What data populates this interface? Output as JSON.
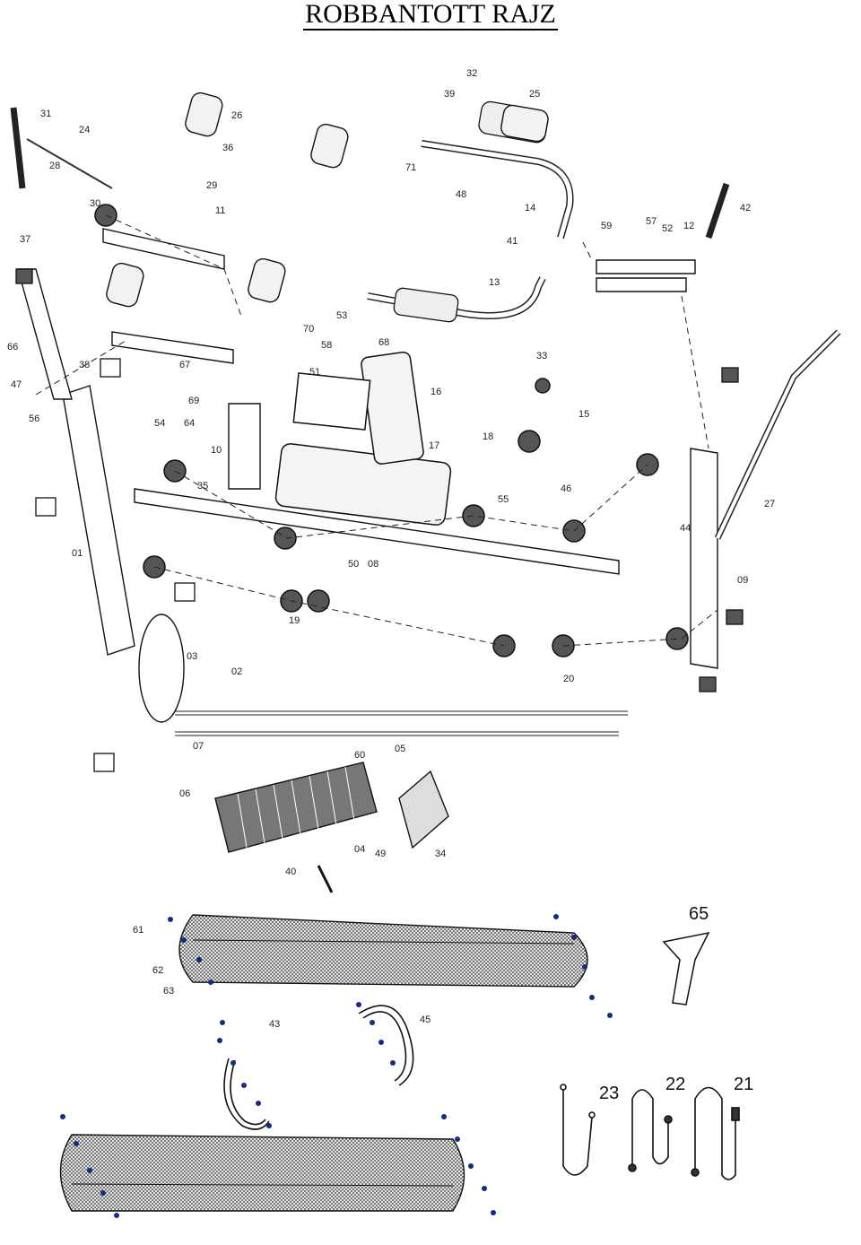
{
  "title": "ROBBANTOTT RAJZ",
  "labels": {
    "p01": "01",
    "p02": "02",
    "p03": "03",
    "p04": "04",
    "p05": "05",
    "p06": "06",
    "p07": "07",
    "p08": "08",
    "p09": "09",
    "p10": "10",
    "p11": "11",
    "p12": "12",
    "p13": "13",
    "p14": "14",
    "p15": "15",
    "p16": "16",
    "p17": "17",
    "p18": "18",
    "p19": "19",
    "p20": "20",
    "p21": "21",
    "p22": "22",
    "p23": "23",
    "p24": "24",
    "p25": "25",
    "p26": "26",
    "p27": "27",
    "p28": "28",
    "p29": "29",
    "p30": "30",
    "p31": "31",
    "p32": "32",
    "p33": "33",
    "p34": "34",
    "p35": "35",
    "p36": "36",
    "p37": "37",
    "p38": "38",
    "p39": "39",
    "p40": "40",
    "p41": "41",
    "p42": "42",
    "p43": "43",
    "p44": "44",
    "p45": "45",
    "p46": "46",
    "p47": "47",
    "p48": "48",
    "p49": "49",
    "p50": "50",
    "p51": "51",
    "p52": "52",
    "p53": "53",
    "p54": "54",
    "p55": "55",
    "p56": "56",
    "p57": "57",
    "p58": "58",
    "p59": "59",
    "p60": "60",
    "p61": "61",
    "p62": "62",
    "p63": "63",
    "p64": "64",
    "p65": "65",
    "p66": "66",
    "p67": "67",
    "p68": "68",
    "p69": "69",
    "p70": "70",
    "p71": "71"
  }
}
